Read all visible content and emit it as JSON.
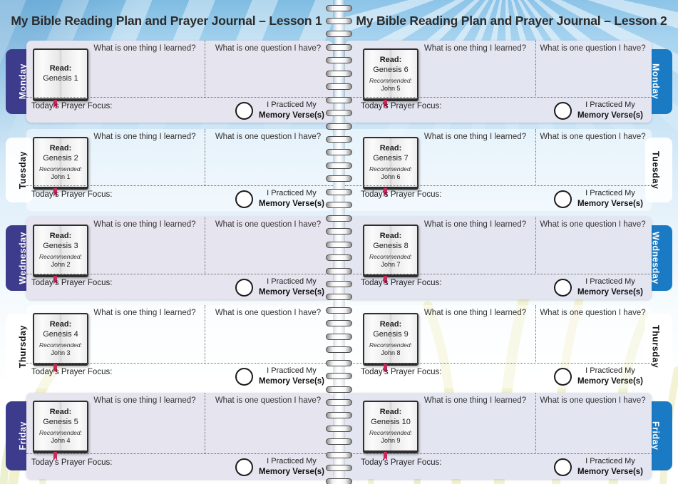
{
  "shared": {
    "read_label": "Read:",
    "learned_question": "What is one thing I learned?",
    "have_question": "What is one question I have?",
    "prayer_label": "Today's Prayer Focus:",
    "practiced_line1": "I Practiced My",
    "practiced_line2": "Memory Verse(s)"
  },
  "pages": [
    {
      "title": "My Bible Reading Plan and Prayer Journal – Lesson 1",
      "side": "left",
      "rows": [
        {
          "day": "Monday",
          "passage": "Genesis 1",
          "recommended_label": "",
          "recommended": ""
        },
        {
          "day": "Tuesday",
          "passage": "Genesis 2",
          "recommended_label": "Recommended:",
          "recommended": "John 1"
        },
        {
          "day": "Wednesday",
          "passage": "Genesis 3",
          "recommended_label": "Recommended:",
          "recommended": "John 2"
        },
        {
          "day": "Thursday",
          "passage": "Genesis 4",
          "recommended_label": "Recommended:",
          "recommended": "John 3"
        },
        {
          "day": "Friday",
          "passage": "Genesis 5",
          "recommended_label": "Recommended:",
          "recommended": "John 4"
        }
      ]
    },
    {
      "title": "My Bible Reading Plan and Prayer Journal – Lesson 2",
      "side": "right",
      "rows": [
        {
          "day": "Monday",
          "passage": "Genesis 6",
          "recommended_label": "Recommended:",
          "recommended": "John 5"
        },
        {
          "day": "Tuesday",
          "passage": "Genesis 7",
          "recommended_label": "Recommended:",
          "recommended": "John 6"
        },
        {
          "day": "Wednesday",
          "passage": "Genesis 8",
          "recommended_label": "Recommended:",
          "recommended": "John 7"
        },
        {
          "day": "Thursday",
          "passage": "Genesis 9",
          "recommended_label": "Recommended:",
          "recommended": "John 8"
        },
        {
          "day": "Friday",
          "passage": "Genesis 10",
          "recommended_label": "Recommended:",
          "recommended": "John 9"
        }
      ]
    }
  ],
  "icons": {
    "book": "open-book",
    "bookmark": "ribbon-bookmark",
    "memory_check": "circle-checkbox",
    "spiral_ring": "binder-ring"
  },
  "colors": {
    "tab_navy": "#3d3b8c",
    "tab_blue": "#1a7bc4",
    "card_left": "#e6e4ee",
    "card_right": "#e3e5f1",
    "bookmark": "#c72a5c",
    "sky": "#8fc6e8",
    "wheat": "#f0efc7"
  }
}
